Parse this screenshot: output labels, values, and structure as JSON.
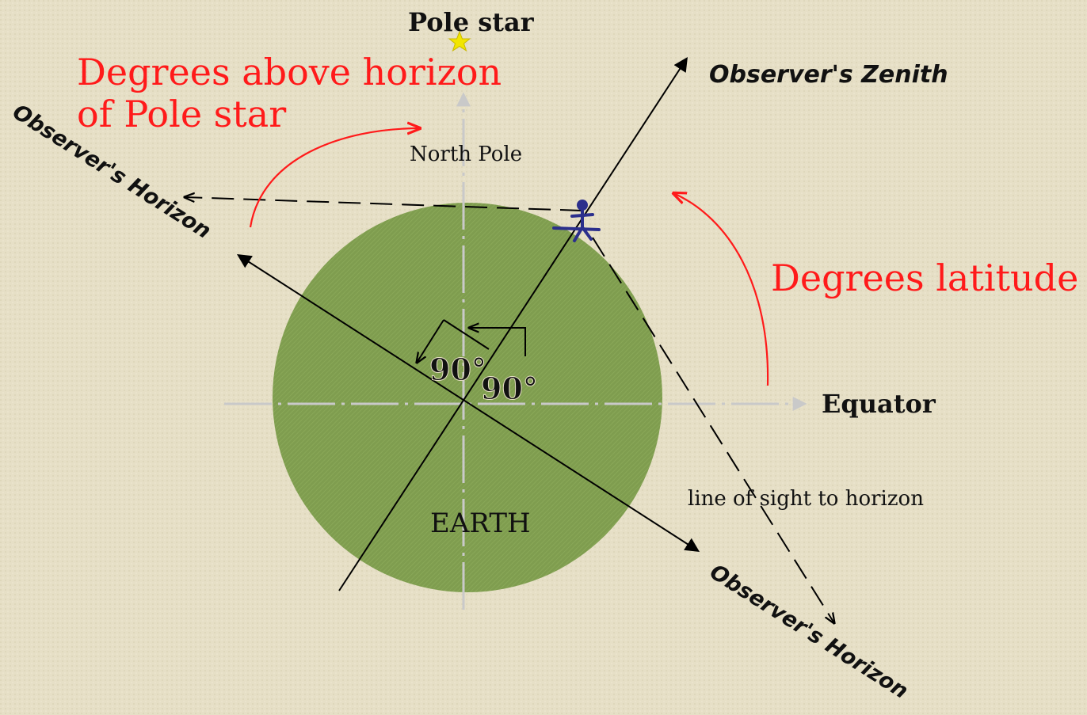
{
  "labels": {
    "pole_star": "Pole star",
    "north_pole": "North Pole",
    "observers_zenith": "Observer's Zenith",
    "degrees_above_horizon_line1": "Degrees above horizon",
    "degrees_above_horizon_line2": "of Pole star",
    "observers_horizon_left": "Observer's Horizon",
    "observers_horizon_right": "Observer's Horizon",
    "degrees_latitude": "Degrees latitude",
    "equator": "Equator",
    "line_of_sight": "line of sight to horizon",
    "earth": "EARTH",
    "angle_left": "90°",
    "angle_right": "90°"
  },
  "colors": {
    "background": "#e6dfc6",
    "earth_fill": "#7f9d4f",
    "earth_edge": "#6a8a3e",
    "red_annotation": "#ff1a1a",
    "observer_figure": "#2b2f8c",
    "pole_star": "#f2e600",
    "axis_gray": "#c9c9c9"
  },
  "icons": {
    "pole_star": "star-icon",
    "observer": "person-icon"
  }
}
